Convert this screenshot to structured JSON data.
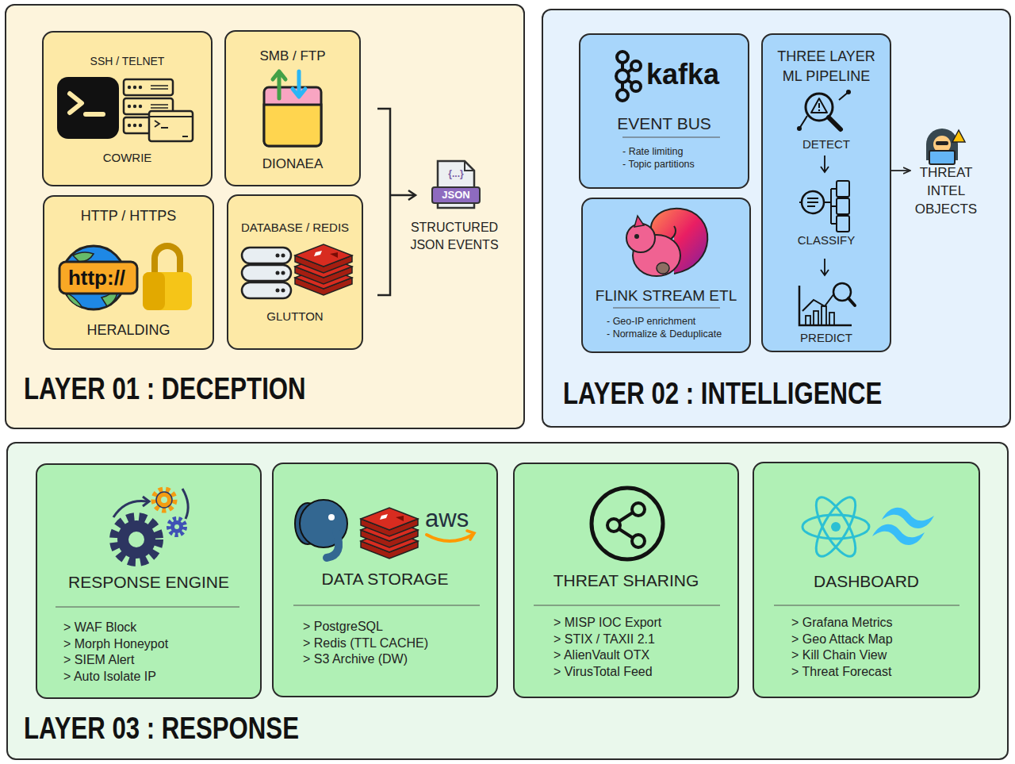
{
  "diagram": {
    "nodes": [
      {
        "text": [
          "LAYER 01 : DECEPTION"
        ]
      },
      {
        "text": [
          "SSH / TELNET",
          "COWRIE"
        ],
        "in": 0
      },
      {
        "text": [
          "SMB / FTP",
          "DIONAEA"
        ],
        "in": 0
      },
      {
        "text": [
          "HTTP / HTTPS",
          "http://",
          "HERALDING"
        ],
        "in": 0
      },
      {
        "text": [
          "DATABASE / REDIS",
          "GLUTTON"
        ],
        "in": 0
      },
      {
        "text": [
          "{...}",
          "JSON",
          "STRUCTURED JSON EVENTS"
        ],
        "in": 0
      },
      {
        "text": [
          "LAYER 02 : INTELLIGENCE"
        ]
      },
      {
        "text": [
          "kafka",
          "EVENT BUS",
          "- Rate limiting",
          "- Topic partitions"
        ],
        "in": 6
      },
      {
        "text": [
          "FLINK STREAM ETL",
          "- Geo-IP enrichment",
          "- Normalize & Deduplicate"
        ],
        "in": 6
      },
      {
        "text": [
          "THREE LAYER ML PIPELINE",
          "DETECT",
          "CLASSIFY",
          "PREDICT"
        ],
        "in": 6
      },
      {
        "text": [
          "THREAT INTEL OBJECTS"
        ],
        "in": 6
      },
      {
        "text": [
          "LAYER 03 : RESPONSE"
        ]
      },
      {
        "text": [
          "RESPONSE ENGINE",
          "> WAF Block",
          "> Morph Honeypot",
          "> SIEM Alert",
          "> Auto Isolate IP"
        ],
        "in": 11
      },
      {
        "text": [
          "aws",
          "DATA STORAGE",
          "> PostgreSQL",
          "> Redis (TTL CACHE)",
          "> S3 Archive (DW)"
        ],
        "in": 11
      },
      {
        "text": [
          "THREAT SHARING",
          "> MISP IOC Export",
          "> STIX / TAXII 2.1",
          "> AlienVault OTX",
          "> VirusTotal Feed"
        ],
        "in": 11
      },
      {
        "text": [
          "DASHBOARD",
          "> Grafana Metrics",
          "> Geo Attack Map",
          "> Kill Chain View",
          "> Threat Forecast"
        ],
        "in": 11
      }
    ],
    "edges": [
      {
        "from": 9,
        "to": 10,
        "arrow": "to"
      }
    ]
  }
}
